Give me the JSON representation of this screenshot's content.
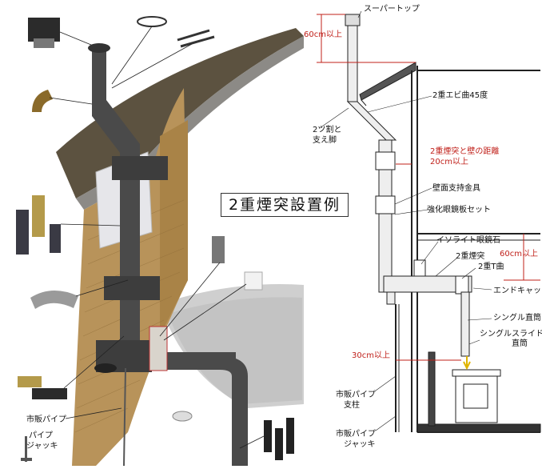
{
  "title": "2重煙突設置例",
  "left_labels": {
    "pipe": "市販パイプ",
    "jack_line1": "パイプ",
    "jack_line2": "ジャッキ"
  },
  "right_labels": {
    "super_top": "スーパートップ",
    "height_60": "60cm以上",
    "elbow45": "2重エビ曲45度",
    "split_line1": "2ツ割と",
    "split_line2": "支え脚",
    "distance_line1": "2重煙突と壁の距離",
    "distance_line2": "20cm以上",
    "wall_bracket": "壁面支持金具",
    "reinforce": "強化眼鏡板セット",
    "isolite": "イソライト眼鏡石",
    "double_chimney": "2重煙突",
    "height_60b": "60cm以上",
    "tee": "2重T曲",
    "end_cap": "エンドキャップ",
    "single_straight": "シングル直筒",
    "single_slide_line1": "シングルスライド",
    "single_slide_line2": "直筒",
    "height_30": "30cm以上",
    "support_line1": "市販パイプ",
    "support_line2": "支柱",
    "jack_line1": "市販パイプ",
    "jack_line2": "ジャッキ"
  },
  "colors": {
    "pipe": "#4a4a4a",
    "roof": "#6b5a3c",
    "brick": "#b8935a",
    "red_dim": "#c0201a"
  }
}
